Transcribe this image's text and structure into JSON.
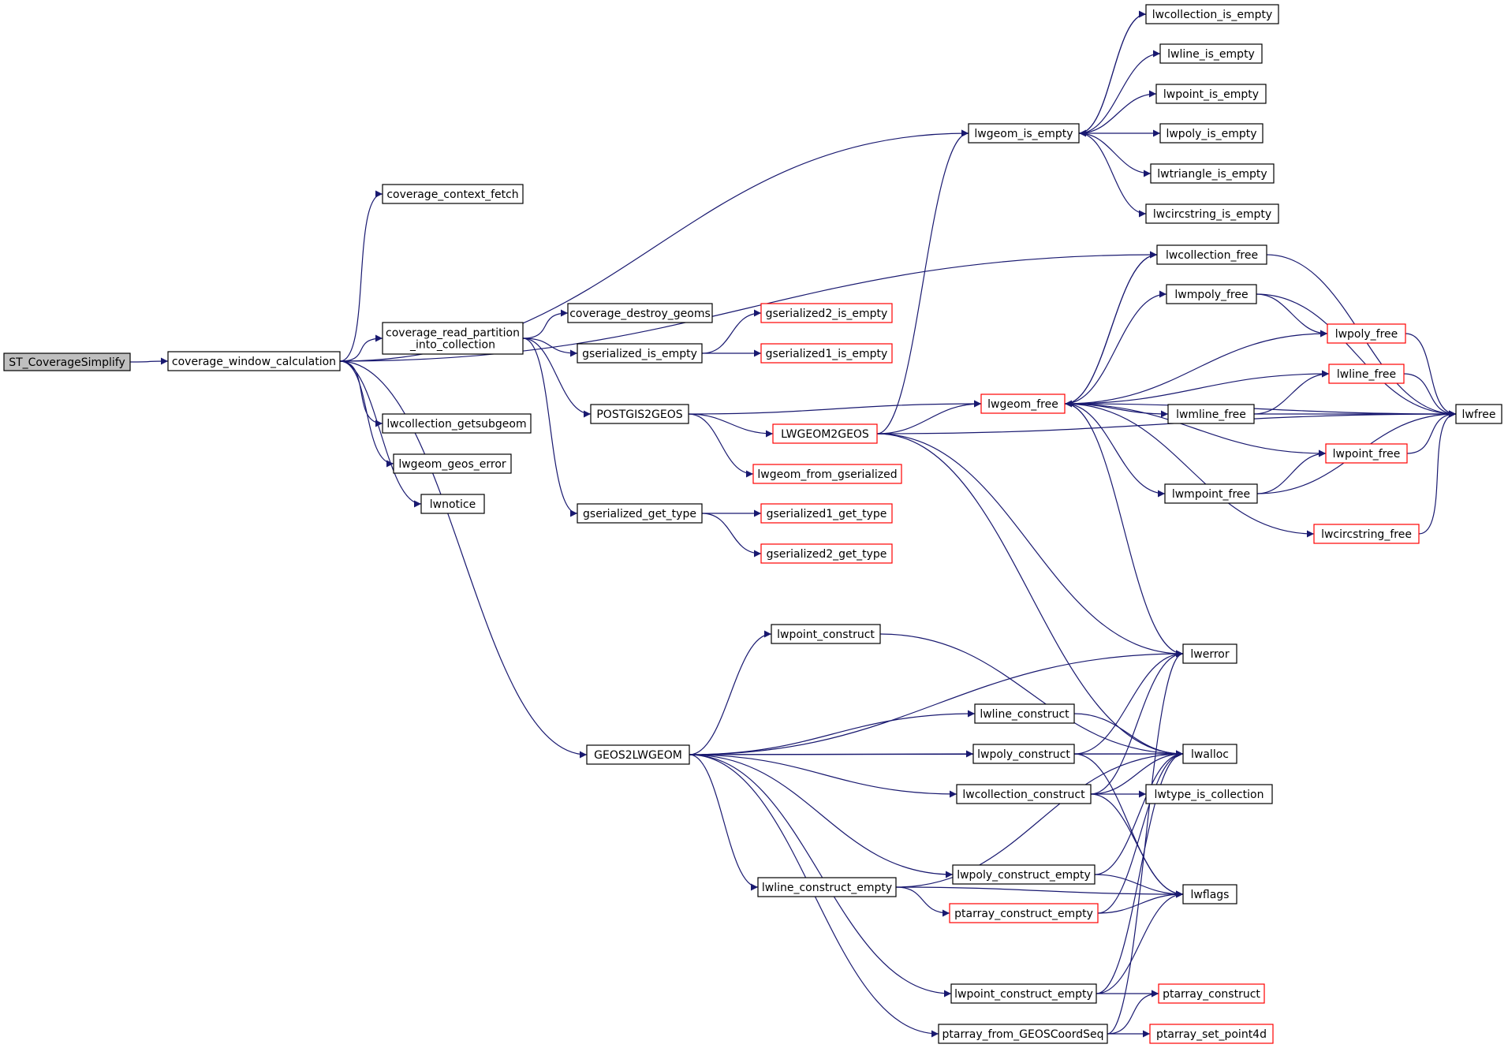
{
  "graph": {
    "nodes": [
      {
        "id": "n_st_coverage_simplify",
        "label": [
          "ST_CoverageSimplify"
        ],
        "kind": "root"
      },
      {
        "id": "n_coverage_window_calculation",
        "label": [
          "coverage_window_calculation"
        ]
      },
      {
        "id": "n_coverage_context_fetch",
        "label": [
          "coverage_context_fetch"
        ]
      },
      {
        "id": "n_coverage_read_partition",
        "label": [
          "coverage_read_partition",
          "_into_collection"
        ]
      },
      {
        "id": "n_lwcollection_getsubgeom",
        "label": [
          "lwcollection_getsubgeom"
        ]
      },
      {
        "id": "n_lwgeom_geos_error",
        "label": [
          "lwgeom_geos_error"
        ]
      },
      {
        "id": "n_lwnotice",
        "label": [
          "lwnotice"
        ]
      },
      {
        "id": "n_coverage_destroy_geoms",
        "label": [
          "coverage_destroy_geoms"
        ]
      },
      {
        "id": "n_gserialized_is_empty",
        "label": [
          "gserialized_is_empty"
        ]
      },
      {
        "id": "n_gserialized2_is_empty",
        "label": [
          "gserialized2_is_empty"
        ],
        "kind": "truncated"
      },
      {
        "id": "n_gserialized1_is_empty",
        "label": [
          "gserialized1_is_empty"
        ],
        "kind": "truncated"
      },
      {
        "id": "n_postgis2geos",
        "label": [
          "POSTGIS2GEOS"
        ]
      },
      {
        "id": "n_lwgeom2geos",
        "label": [
          "LWGEOM2GEOS"
        ],
        "kind": "truncated"
      },
      {
        "id": "n_lwgeom_from_gserialized",
        "label": [
          "lwgeom_from_gserialized"
        ],
        "kind": "truncated"
      },
      {
        "id": "n_gserialized_get_type",
        "label": [
          "gserialized_get_type"
        ]
      },
      {
        "id": "n_gserialized1_get_type",
        "label": [
          "gserialized1_get_type"
        ],
        "kind": "truncated"
      },
      {
        "id": "n_gserialized2_get_type",
        "label": [
          "gserialized2_get_type"
        ],
        "kind": "truncated"
      },
      {
        "id": "n_lwgeom_is_empty",
        "label": [
          "lwgeom_is_empty"
        ]
      },
      {
        "id": "n_lwcollection_is_empty",
        "label": [
          "lwcollection_is_empty"
        ]
      },
      {
        "id": "n_lwline_is_empty",
        "label": [
          "lwline_is_empty"
        ]
      },
      {
        "id": "n_lwpoint_is_empty",
        "label": [
          "lwpoint_is_empty"
        ]
      },
      {
        "id": "n_lwpoly_is_empty",
        "label": [
          "lwpoly_is_empty"
        ]
      },
      {
        "id": "n_lwtriangle_is_empty",
        "label": [
          "lwtriangle_is_empty"
        ]
      },
      {
        "id": "n_lwcircstring_is_empty",
        "label": [
          "lwcircstring_is_empty"
        ]
      },
      {
        "id": "n_lwcollection_free",
        "label": [
          "lwcollection_free"
        ]
      },
      {
        "id": "n_lwmpoly_free",
        "label": [
          "lwmpoly_free"
        ]
      },
      {
        "id": "n_lwpoly_free",
        "label": [
          "lwpoly_free"
        ],
        "kind": "truncated"
      },
      {
        "id": "n_lwline_free",
        "label": [
          "lwline_free"
        ],
        "kind": "truncated"
      },
      {
        "id": "n_lwgeom_free",
        "label": [
          "lwgeom_free"
        ],
        "kind": "truncated"
      },
      {
        "id": "n_lwmline_free",
        "label": [
          "lwmline_free"
        ]
      },
      {
        "id": "n_lwfree",
        "label": [
          "lwfree"
        ]
      },
      {
        "id": "n_lwpoint_free",
        "label": [
          "lwpoint_free"
        ],
        "kind": "truncated"
      },
      {
        "id": "n_lwmpoint_free",
        "label": [
          "lwmpoint_free"
        ]
      },
      {
        "id": "n_lwcircstring_free",
        "label": [
          "lwcircstring_free"
        ],
        "kind": "truncated"
      },
      {
        "id": "n_geos2lwgeom",
        "label": [
          "GEOS2LWGEOM"
        ]
      },
      {
        "id": "n_lwpoint_construct",
        "label": [
          "lwpoint_construct"
        ]
      },
      {
        "id": "n_lwerror",
        "label": [
          "lwerror"
        ]
      },
      {
        "id": "n_lwline_construct",
        "label": [
          "lwline_construct"
        ]
      },
      {
        "id": "n_lwpoly_construct",
        "label": [
          "lwpoly_construct"
        ]
      },
      {
        "id": "n_lwalloc",
        "label": [
          "lwalloc"
        ]
      },
      {
        "id": "n_lwcollection_construct",
        "label": [
          "lwcollection_construct"
        ]
      },
      {
        "id": "n_lwtype_is_collection",
        "label": [
          "lwtype_is_collection"
        ]
      },
      {
        "id": "n_lwpoly_construct_empty",
        "label": [
          "lwpoly_construct_empty"
        ]
      },
      {
        "id": "n_lwline_construct_empty",
        "label": [
          "lwline_construct_empty"
        ]
      },
      {
        "id": "n_ptarray_construct_empty",
        "label": [
          "ptarray_construct_empty"
        ],
        "kind": "truncated"
      },
      {
        "id": "n_lwflags",
        "label": [
          "lwflags"
        ]
      },
      {
        "id": "n_lwpoint_construct_empty",
        "label": [
          "lwpoint_construct_empty"
        ]
      },
      {
        "id": "n_ptarray_construct",
        "label": [
          "ptarray_construct"
        ],
        "kind": "truncated"
      },
      {
        "id": "n_ptarray_from_geoscoordseq",
        "label": [
          "ptarray_from_GEOSCoordSeq"
        ]
      },
      {
        "id": "n_ptarray_set_point4d",
        "label": [
          "ptarray_set_point4d"
        ],
        "kind": "truncated"
      }
    ],
    "edges": [
      [
        "n_st_coverage_simplify",
        "n_coverage_window_calculation"
      ],
      [
        "n_coverage_window_calculation",
        "n_coverage_context_fetch"
      ],
      [
        "n_coverage_window_calculation",
        "n_lwgeom_is_empty"
      ],
      [
        "n_coverage_window_calculation",
        "n_lwcollection_free"
      ],
      [
        "n_coverage_window_calculation",
        "n_coverage_read_partition"
      ],
      [
        "n_coverage_window_calculation",
        "n_geos2lwgeom"
      ],
      [
        "n_coverage_window_calculation",
        "n_lwcollection_getsubgeom"
      ],
      [
        "n_coverage_window_calculation",
        "n_lwgeom_geos_error"
      ],
      [
        "n_coverage_window_calculation",
        "n_lwnotice"
      ],
      [
        "n_coverage_read_partition",
        "n_coverage_destroy_geoms"
      ],
      [
        "n_coverage_read_partition",
        "n_gserialized_is_empty"
      ],
      [
        "n_coverage_read_partition",
        "n_postgis2geos"
      ],
      [
        "n_coverage_read_partition",
        "n_gserialized_get_type"
      ],
      [
        "n_gserialized_is_empty",
        "n_gserialized2_is_empty"
      ],
      [
        "n_gserialized_is_empty",
        "n_gserialized1_is_empty"
      ],
      [
        "n_gserialized_get_type",
        "n_gserialized1_get_type"
      ],
      [
        "n_gserialized_get_type",
        "n_gserialized2_get_type"
      ],
      [
        "n_postgis2geos",
        "n_lwgeom_free"
      ],
      [
        "n_postgis2geos",
        "n_lwgeom2geos"
      ],
      [
        "n_postgis2geos",
        "n_lwgeom_from_gserialized"
      ],
      [
        "n_lwgeom2geos",
        "n_lwgeom_is_empty"
      ],
      [
        "n_lwgeom2geos",
        "n_lwgeom_free"
      ],
      [
        "n_lwgeom2geos",
        "n_lwerror"
      ],
      [
        "n_lwgeom2geos",
        "n_lwalloc"
      ],
      [
        "n_lwgeom2geos",
        "n_lwfree"
      ],
      [
        "n_lwgeom_is_empty",
        "n_lwcollection_is_empty"
      ],
      [
        "n_lwcollection_is_empty",
        "n_lwgeom_is_empty"
      ],
      [
        "n_lwgeom_is_empty",
        "n_lwline_is_empty"
      ],
      [
        "n_lwgeom_is_empty",
        "n_lwpoint_is_empty"
      ],
      [
        "n_lwgeom_is_empty",
        "n_lwpoly_is_empty"
      ],
      [
        "n_lwgeom_is_empty",
        "n_lwtriangle_is_empty"
      ],
      [
        "n_lwgeom_is_empty",
        "n_lwcircstring_is_empty"
      ],
      [
        "n_lwgeom_free",
        "n_lwcollection_free"
      ],
      [
        "n_lwcollection_free",
        "n_lwgeom_free"
      ],
      [
        "n_lwcollection_free",
        "n_lwfree"
      ],
      [
        "n_lwgeom_free",
        "n_lwmpoly_free"
      ],
      [
        "n_lwgeom_free",
        "n_lwpoly_free"
      ],
      [
        "n_lwgeom_free",
        "n_lwline_free"
      ],
      [
        "n_lwgeom_free",
        "n_lwmline_free"
      ],
      [
        "n_lwgeom_free",
        "n_lwpoint_free"
      ],
      [
        "n_lwgeom_free",
        "n_lwmpoint_free"
      ],
      [
        "n_lwgeom_free",
        "n_lwcircstring_free"
      ],
      [
        "n_lwgeom_free",
        "n_lwerror"
      ],
      [
        "n_lwgeom_free",
        "n_lwfree"
      ],
      [
        "n_lwmpoly_free",
        "n_lwpoly_free"
      ],
      [
        "n_lwmpoly_free",
        "n_lwfree"
      ],
      [
        "n_lwpoly_free",
        "n_lwfree"
      ],
      [
        "n_lwline_free",
        "n_lwfree"
      ],
      [
        "n_lwmline_free",
        "n_lwline_free"
      ],
      [
        "n_lwmline_free",
        "n_lwfree"
      ],
      [
        "n_lwpoint_free",
        "n_lwfree"
      ],
      [
        "n_lwmpoint_free",
        "n_lwpoint_free"
      ],
      [
        "n_lwmpoint_free",
        "n_lwfree"
      ],
      [
        "n_lwcircstring_free",
        "n_lwfree"
      ],
      [
        "n_geos2lwgeom",
        "n_lwerror"
      ],
      [
        "n_geos2lwgeom",
        "n_lwpoint_construct"
      ],
      [
        "n_geos2lwgeom",
        "n_lwalloc"
      ],
      [
        "n_geos2lwgeom",
        "n_lwline_construct"
      ],
      [
        "n_geos2lwgeom",
        "n_lwpoly_construct"
      ],
      [
        "n_geos2lwgeom",
        "n_lwcollection_construct"
      ],
      [
        "n_geos2lwgeom",
        "n_lwpoly_construct_empty"
      ],
      [
        "n_geos2lwgeom",
        "n_lwline_construct_empty"
      ],
      [
        "n_geos2lwgeom",
        "n_lwpoint_construct_empty"
      ],
      [
        "n_geos2lwgeom",
        "n_ptarray_from_geoscoordseq"
      ],
      [
        "n_lwpoint_construct",
        "n_lwalloc"
      ],
      [
        "n_lwline_construct",
        "n_lwalloc"
      ],
      [
        "n_lwpoly_construct",
        "n_lwerror"
      ],
      [
        "n_lwpoly_construct",
        "n_lwalloc"
      ],
      [
        "n_lwpoly_construct",
        "n_lwflags"
      ],
      [
        "n_lwcollection_construct",
        "n_lwerror"
      ],
      [
        "n_lwcollection_construct",
        "n_lwalloc"
      ],
      [
        "n_lwcollection_construct",
        "n_lwtype_is_collection"
      ],
      [
        "n_lwcollection_construct",
        "n_lwflags"
      ],
      [
        "n_lwpoly_construct_empty",
        "n_lwalloc"
      ],
      [
        "n_lwpoly_construct_empty",
        "n_lwflags"
      ],
      [
        "n_lwline_construct_empty",
        "n_lwalloc"
      ],
      [
        "n_lwline_construct_empty",
        "n_ptarray_construct_empty"
      ],
      [
        "n_lwline_construct_empty",
        "n_lwflags"
      ],
      [
        "n_ptarray_construct_empty",
        "n_lwalloc"
      ],
      [
        "n_ptarray_construct_empty",
        "n_lwflags"
      ],
      [
        "n_lwpoint_construct_empty",
        "n_lwalloc"
      ],
      [
        "n_lwpoint_construct_empty",
        "n_lwflags"
      ],
      [
        "n_lwpoint_construct_empty",
        "n_ptarray_construct"
      ],
      [
        "n_ptarray_from_geoscoordseq",
        "n_lwerror"
      ],
      [
        "n_ptarray_from_geoscoordseq",
        "n_ptarray_construct"
      ],
      [
        "n_ptarray_from_geoscoordseq",
        "n_ptarray_set_point4d"
      ]
    ]
  }
}
